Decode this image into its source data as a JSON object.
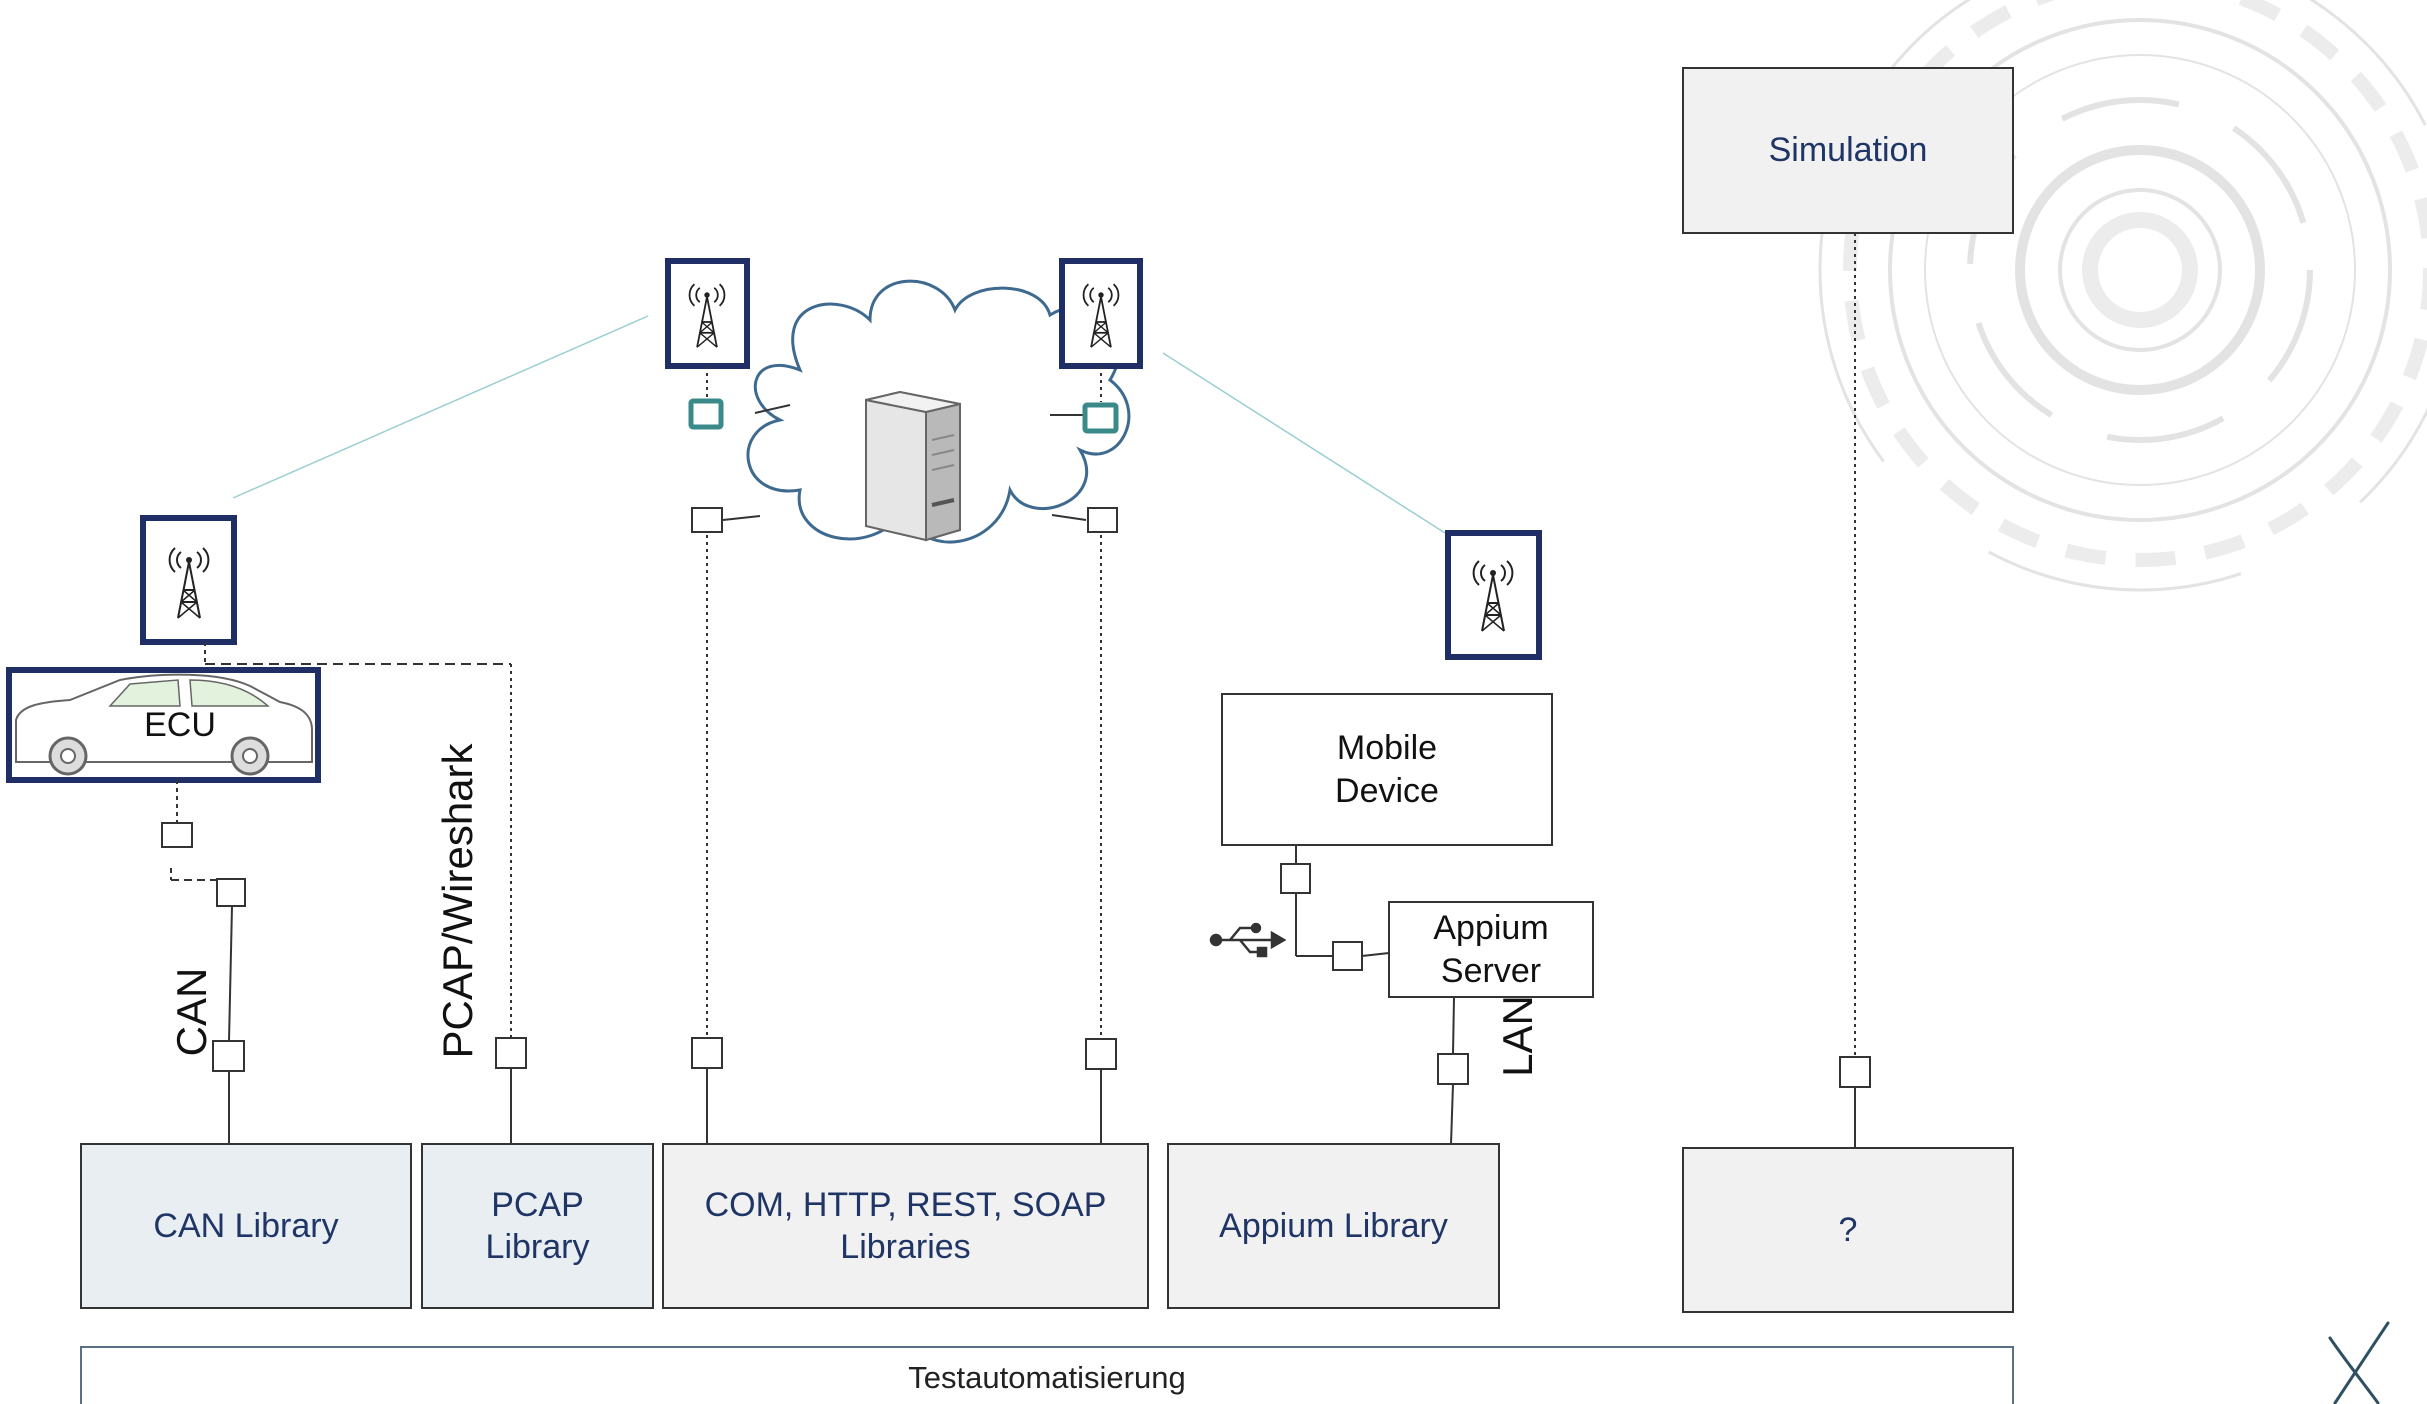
{
  "nodes": {
    "simulation": "Simulation",
    "ecu": "ECU",
    "mobile_device": "Mobile\nDevice",
    "appium_server": "Appium\nServer"
  },
  "libraries": {
    "can": "CAN Library",
    "pcap": "PCAP\nLibrary",
    "com": "COM, HTTP, REST, SOAP\nLibraries",
    "appium": "Appium Library",
    "unknown": "?"
  },
  "interfaces": {
    "can": "CAN",
    "pcap": "PCAP/Wireshark",
    "lan": "LAN"
  },
  "footer": "Testautomatisierung",
  "icons": [
    "radio-tower-icon",
    "server-icon",
    "cloud-icon",
    "car-icon",
    "usb-icon",
    "logo-x-icon"
  ],
  "colors": {
    "navy": "#1f3566",
    "teal": "#3a8a8a",
    "library_fill": "#e9eef3",
    "box_fill": "#f1f1f1",
    "cloud_stroke": "#3f6a90"
  }
}
